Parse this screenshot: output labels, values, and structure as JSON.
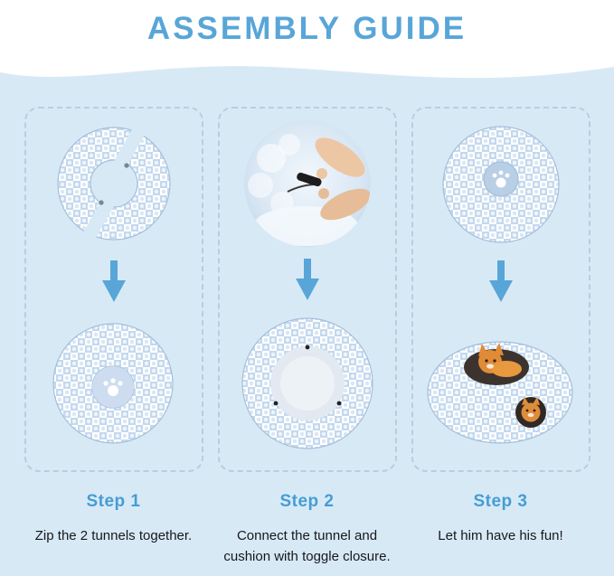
{
  "page": {
    "title": "ASSEMBLY GUIDE"
  },
  "colors": {
    "accent_blue": "#58a6d8",
    "background_blue": "#d8e9f6",
    "step_label_blue": "#459dd4",
    "body_text": "#16181b",
    "panel_border_dashed": "#b9cdde",
    "fabric_blue": "#c3d8ee",
    "cat_orange": "#e08b36"
  },
  "icons": {
    "down_arrow": "▼"
  },
  "steps": [
    {
      "label": "Step 1",
      "description": "Zip the 2 tunnels together.",
      "top_illustration": "two-tunnel-halves",
      "bottom_illustration": "assembled-tunnel-ring"
    },
    {
      "label": "Step 2",
      "description": "Connect the tunnel and cushion with toggle closure.",
      "top_illustration": "hands-fastening-toggle-photo",
      "bottom_illustration": "tunnel-with-center-cushion"
    },
    {
      "label": "Step 3",
      "description": "Let him have his fun!",
      "top_illustration": "finished-tunnel-top-view",
      "bottom_illustration": "cats-playing-in-tunnel-bed"
    }
  ]
}
